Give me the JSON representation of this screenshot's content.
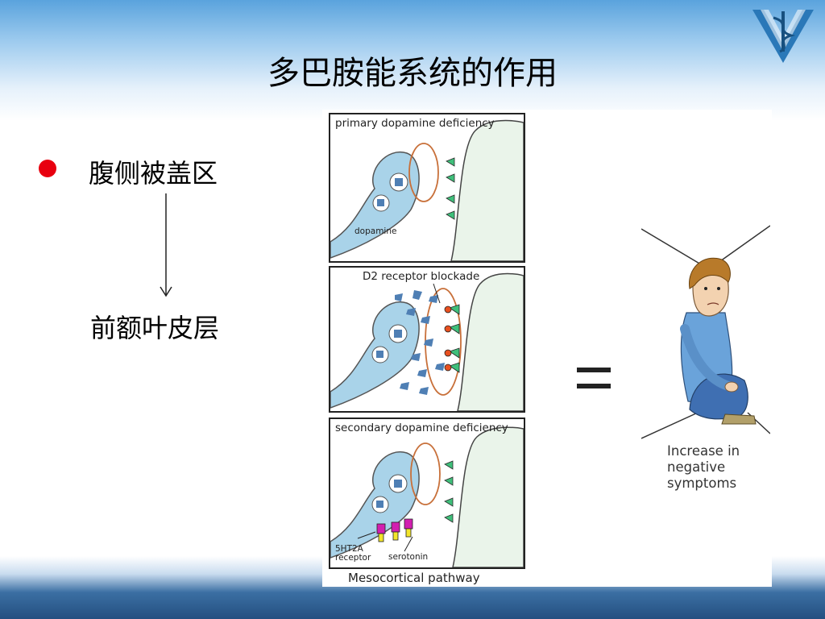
{
  "slide": {
    "title": "多巴胺能系统的作用",
    "bullet": "腹侧被盖区",
    "sub_item": "前额叶皮层"
  },
  "colors": {
    "bullet_red": "#e8000f",
    "cell_blue": "#a9d3e9",
    "membrane_orange": "#c8703a",
    "receptor_green": "#3fbf7a",
    "blocker_red": "#e8501f",
    "serotonin_magenta": "#d21fb0",
    "serotonin_yellow": "#f2e52a",
    "shirt_blue": "#6aa3da",
    "hair_brown": "#b87a2a"
  },
  "figure": {
    "panels": [
      {
        "title": "primary dopamine deficiency",
        "labels": [
          "dopamine"
        ]
      },
      {
        "title": "D2 receptor blockade",
        "labels": []
      },
      {
        "title": "secondary dopamine deficiency",
        "labels": [
          "5HT2A",
          "receptor",
          "serotonin"
        ]
      }
    ],
    "pathway_label": "Mesocortical pathway",
    "equals_sign": "=",
    "caption_lines": [
      "Increase in",
      "negative",
      "symptoms"
    ]
  }
}
